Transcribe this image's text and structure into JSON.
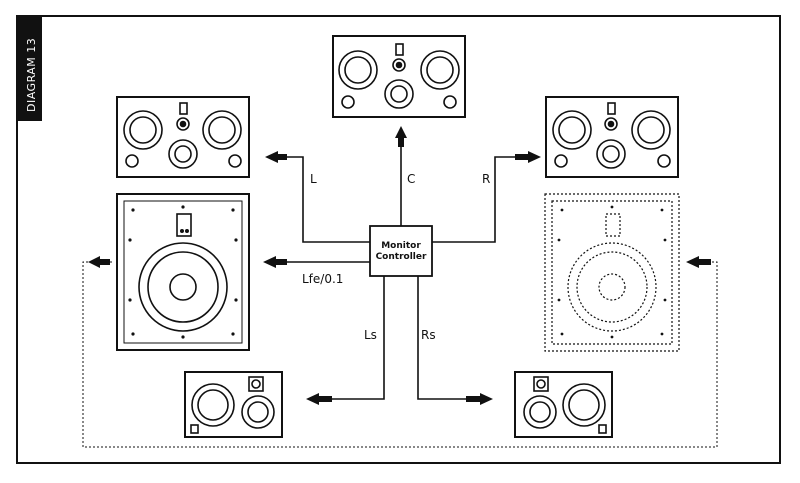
{
  "diagram_label": "DIAGRAM 13",
  "controller": {
    "line1": "Monitor",
    "line2": "Controller"
  },
  "channels": {
    "left": "L",
    "center": "C",
    "right": "R",
    "lfe": "Lfe/0.1",
    "left_surround": "Ls",
    "right_surround": "Rs"
  },
  "colors": {
    "ink": "#111111",
    "paper": "#ffffff"
  }
}
